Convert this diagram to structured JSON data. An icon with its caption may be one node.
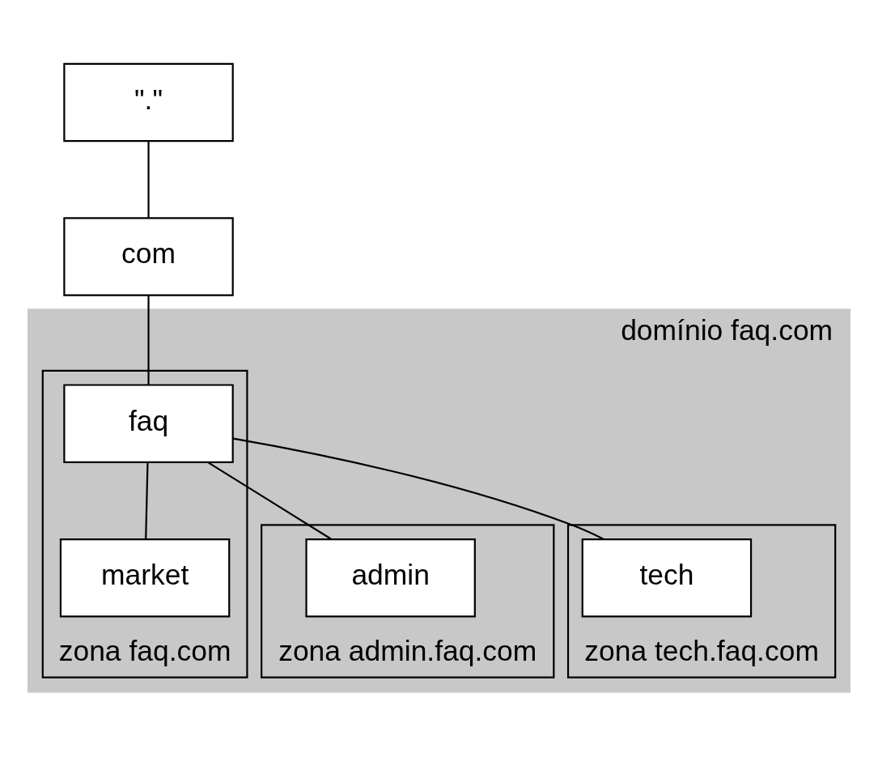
{
  "diagram": {
    "nodes": [
      {
        "text": [
          "domínio faq.com"
        ]
      },
      {
        "text": [
          "\".\""
        ]
      },
      {
        "text": [
          "com"
        ]
      },
      {
        "text": [
          "zona faq.com"
        ],
        "in": 0
      },
      {
        "text": [
          "faq"
        ],
        "in": 3
      },
      {
        "text": [
          "zona admin.faq.com"
        ],
        "in": 0
      },
      {
        "text": [
          "admin"
        ],
        "in": 5
      },
      {
        "text": [
          "market"
        ],
        "in": 3
      },
      {
        "text": [
          "zona tech.faq.com"
        ],
        "in": 0
      },
      {
        "text": [
          "tech"
        ],
        "in": 8
      }
    ],
    "edges": [
      {
        "from": 1,
        "to": 2,
        "arrow": "none"
      },
      {
        "from": 2,
        "to": 4,
        "arrow": "none"
      },
      {
        "from": 4,
        "to": 6,
        "arrow": "none"
      },
      {
        "from": 4,
        "to": 7,
        "arrow": "none"
      },
      {
        "from": 4,
        "to": 9,
        "arrow": "none"
      }
    ]
  }
}
